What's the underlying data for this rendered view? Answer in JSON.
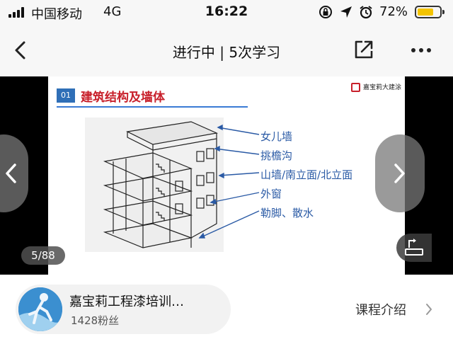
{
  "status_bar": {
    "carrier": "中国移动",
    "network": "4G",
    "time": "16:22",
    "battery_percent": "72%",
    "battery_level": 0.72,
    "icons": [
      "signal-icon",
      "orientation-lock-icon",
      "location-icon",
      "alarm-icon",
      "battery-icon"
    ]
  },
  "nav": {
    "title": "进行中 | 5次学习",
    "icons": [
      "back-icon",
      "share-icon",
      "more-icon"
    ]
  },
  "slide": {
    "section_number": "01",
    "title": "建筑结构及墙体",
    "brand_name": "嘉宝莉大建涂",
    "labels": [
      "女儿墙",
      "挑檐沟",
      "山墙/南立面/北立面",
      "外窗",
      "勒脚、散水"
    ]
  },
  "player": {
    "page_indicator": "5/88"
  },
  "author": {
    "name": "嘉宝莉工程漆培训…",
    "fans": "1428粉丝"
  },
  "course_intro": "课程介绍"
}
